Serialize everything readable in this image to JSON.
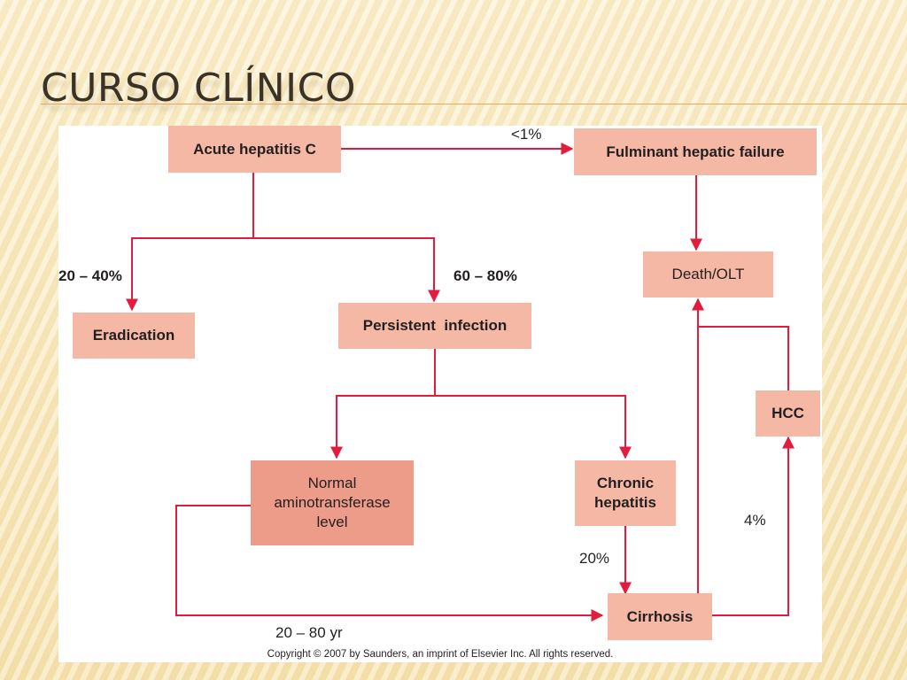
{
  "slide": {
    "title": "CURSO CLÍNICO"
  },
  "diagram": {
    "nodes": {
      "acute": "Acute hepatitis C",
      "fulminant": "Fulminant hepatic failure",
      "death": "Death/OLT",
      "eradication": "Eradication",
      "persistent": "Persistent  infection",
      "hcc": "HCC",
      "normal_line1": "Normal",
      "normal_line2": "aminotransferase",
      "normal_line3": "level",
      "chronic_line1": "Chronic",
      "chronic_line2": "hepatitis",
      "cirrhosis": "Cirrhosis"
    },
    "edge_labels": {
      "to_fulminant": "<1%",
      "to_eradication": "20 – 40%",
      "to_persistent": "60 – 80%",
      "chronic_to_cirrhosis": "20%",
      "normal_to_cirrhosis": "20 – 80 yr",
      "cirrhosis_to_hcc": "4%"
    },
    "colors": {
      "arrow": "#e31b3c",
      "box_light": "#f4b8a5",
      "box_dark": "#ec9c88"
    },
    "copyright": "Copyright © 2007 by Saunders, an imprint of Elsevier Inc. All rights reserved."
  }
}
